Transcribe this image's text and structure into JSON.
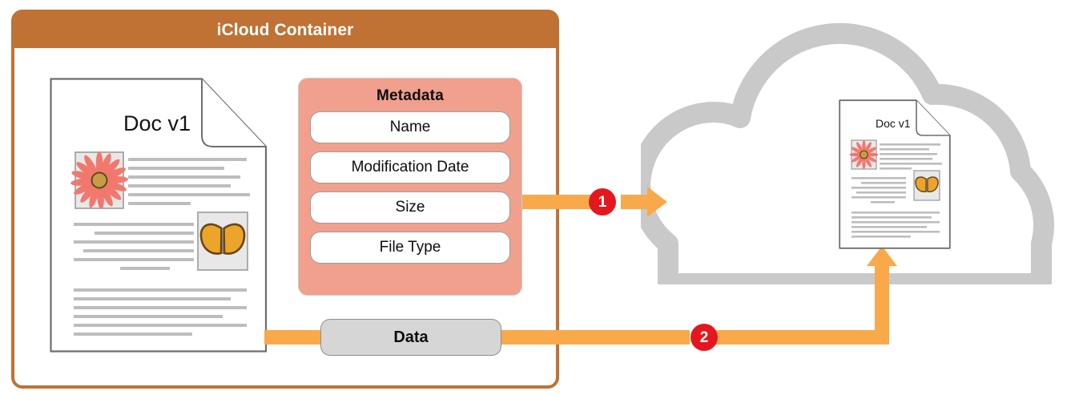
{
  "diagram": {
    "title": "iCloud document sync: metadata and data upload",
    "colors": {
      "brand_brown": "#BF7234",
      "metadata_salmon": "#F0A08C",
      "arrow_orange": "#F9A949",
      "badge_red": "#E3181F",
      "cloud_gray": "#C9C9C9",
      "pill_gray": "#D6D6D6",
      "doc_outline": "#6E6E6E"
    }
  },
  "container": {
    "title": "iCloud Container"
  },
  "local_document": {
    "title": "Doc v1",
    "image_one": "flower-image",
    "image_two": "butterfly-image"
  },
  "metadata": {
    "title": "Metadata",
    "fields": [
      {
        "label": "Name"
      },
      {
        "label": "Modification Date"
      },
      {
        "label": "Size"
      },
      {
        "label": "File Type"
      }
    ]
  },
  "data_pill": {
    "label": "Data"
  },
  "steps": [
    {
      "number": "1",
      "meaning": "metadata uploaded to cloud"
    },
    {
      "number": "2",
      "meaning": "data uploaded to cloud"
    }
  ],
  "cloud": {
    "label": "cloud-shape",
    "document": {
      "title": "Doc v1",
      "image_one": "flower-image",
      "image_two": "butterfly-image"
    }
  }
}
